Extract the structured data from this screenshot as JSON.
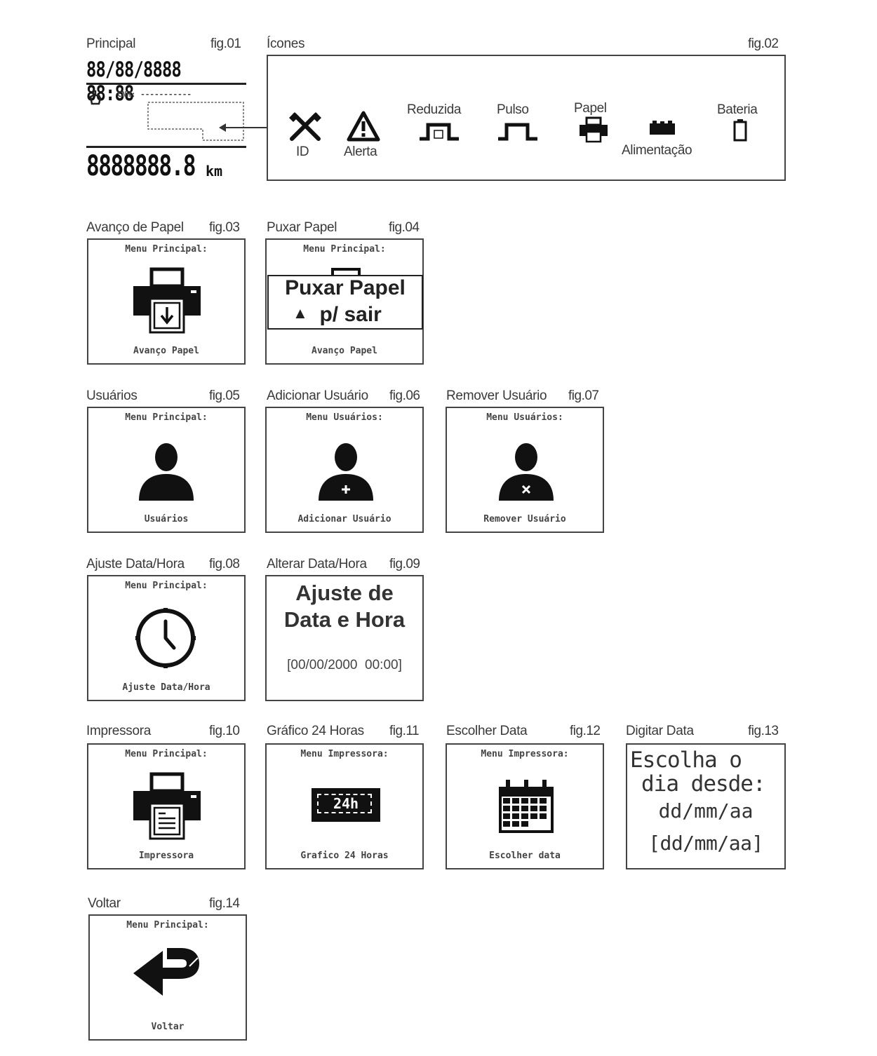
{
  "fig01": {
    "caption": "Principal",
    "fig": "fig.01",
    "datetime": "88/88/8888 88:88",
    "cnh": "CNH: -----------",
    "odometer": "8888888.8",
    "unit": "km"
  },
  "fig02": {
    "caption": "Ícones",
    "fig": "fig.02",
    "icons": {
      "id": "ID",
      "alerta": "Alerta",
      "reduzida": "Reduzida",
      "pulso": "Pulso",
      "papel": "Papel",
      "alimentacao": "Alimentação",
      "bateria": "Bateria"
    }
  },
  "fig03": {
    "caption": "Avanço de Papel",
    "fig": "fig.03",
    "header": "Menu Principal:",
    "footer": "Avanço Papel"
  },
  "fig04": {
    "caption": "Puxar Papel",
    "fig": "fig.04",
    "header": "Menu Principal:",
    "line1": "Puxar Papel",
    "line2": "p/ sair",
    "footer": "Avanço Papel"
  },
  "fig05": {
    "caption": "Usuários",
    "fig": "fig.05",
    "header": "Menu Principal:",
    "footer": "Usuários"
  },
  "fig06": {
    "caption": "Adicionar Usuário",
    "fig": "fig.06",
    "header": "Menu Usuários:",
    "footer": "Adicionar Usuário"
  },
  "fig07": {
    "caption": "Remover Usuário",
    "fig": "fig.07",
    "header": "Menu Usuários:",
    "footer": "Remover Usuário"
  },
  "fig08": {
    "caption": "Ajuste Data/Hora",
    "fig": "fig.08",
    "header": "Menu Principal:",
    "footer": "Ajuste Data/Hora"
  },
  "fig09": {
    "caption": "Alterar Data/Hora",
    "fig": "fig.09",
    "line1": "Ajuste de",
    "line2": "Data e Hora",
    "value": "[00/00/2000  00:00]"
  },
  "fig10": {
    "caption": "Impressora",
    "fig": "fig.10",
    "header": "Menu Principal:",
    "footer": "Impressora"
  },
  "fig11": {
    "caption": "Gráfico 24 Horas",
    "fig": "fig.11",
    "header": "Menu Impressora:",
    "badge": "24h",
    "footer": "Grafico 24 Horas"
  },
  "fig12": {
    "caption": "Escolher Data",
    "fig": "fig.12",
    "header": "Menu Impressora:",
    "footer": "Escolher data"
  },
  "fig13": {
    "caption": "Digitar Data",
    "fig": "fig.13",
    "line1": "Escolha o",
    "line2": "dia desde:",
    "line3": "dd/mm/aa",
    "line4": "[dd/mm/aa]"
  },
  "fig14": {
    "caption": "Voltar",
    "fig": "fig.14",
    "header": "Menu Principal:",
    "footer": "Voltar"
  }
}
